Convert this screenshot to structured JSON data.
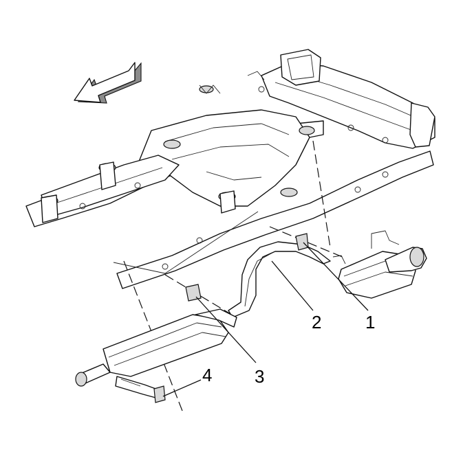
{
  "callouts": [
    {
      "id": 1,
      "label": "1"
    },
    {
      "id": 2,
      "label": "2"
    },
    {
      "id": 3,
      "label": "3"
    },
    {
      "id": 4,
      "label": "4"
    }
  ],
  "icons": {
    "direction_arrow": "front-direction-arrow-icon"
  },
  "colors": {
    "line": "#111111",
    "background": "#ffffff",
    "shade": "#d9d9d9"
  }
}
